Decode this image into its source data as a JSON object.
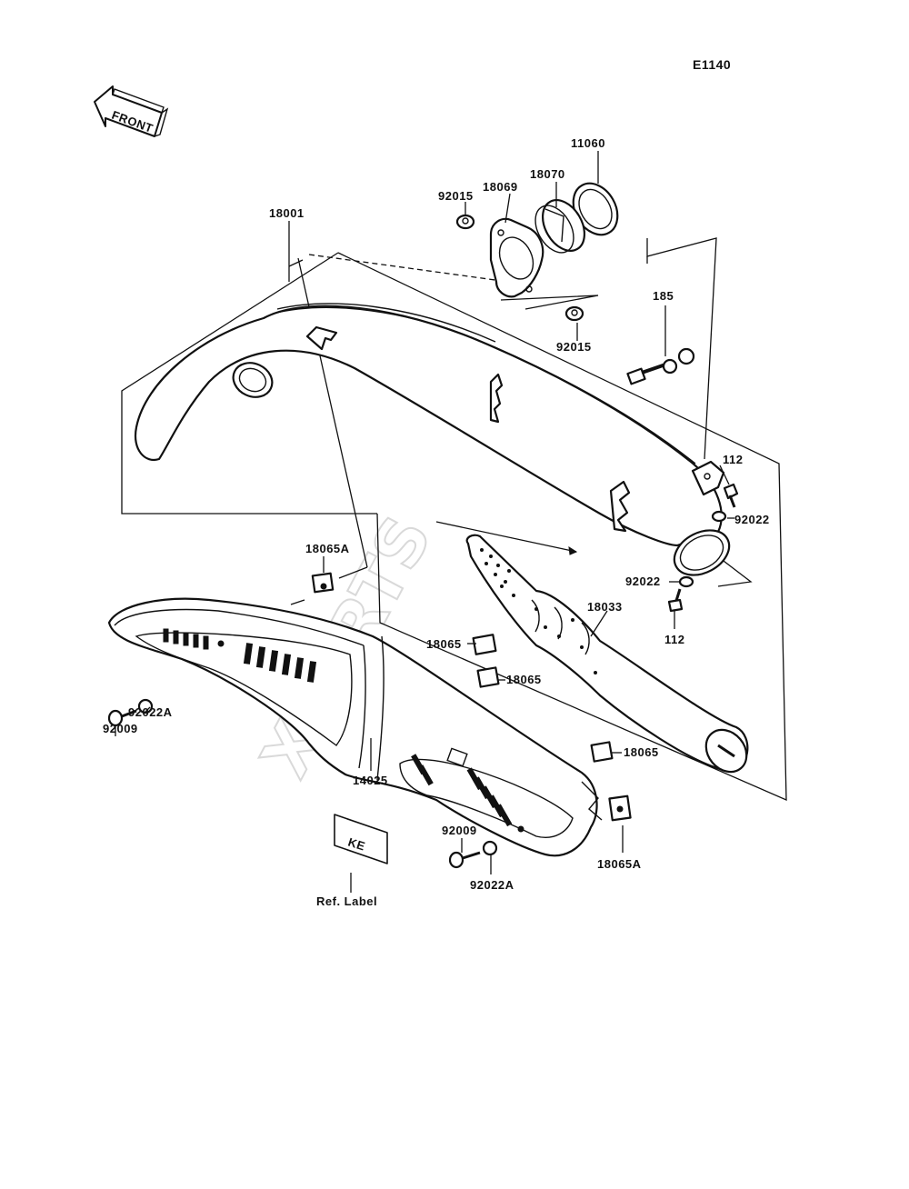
{
  "diagram": {
    "code": "E1140",
    "front_label": "FRONT",
    "watermark": "XPARTS",
    "ref_label_text": "KE",
    "ref_label_caption": "Ref. Label",
    "callouts": {
      "p11060": "11060",
      "p18070": "18070",
      "p18069": "18069",
      "p92015_top": "92015",
      "p18001": "18001",
      "p92015_mid": "92015",
      "p185": "185",
      "p112_top": "112",
      "p92022_top": "92022",
      "p18065A_left": "18065A",
      "p92022_bottom": "92022",
      "p18033": "18033",
      "p112_bottom": "112",
      "p18065_a": "18065",
      "p18065_b": "18065",
      "p18065_c": "18065",
      "p92022A_left": "92022A",
      "p92009_left": "92009",
      "p14025": "14025",
      "p92009_right": "92009",
      "p92022A_right": "92022A",
      "p18065A_right": "18065A"
    }
  }
}
